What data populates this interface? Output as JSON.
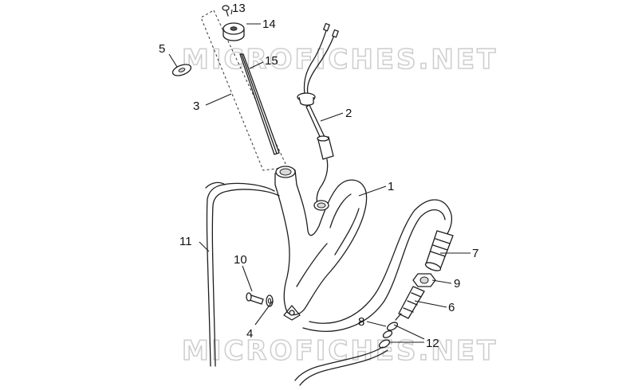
{
  "watermark": "MICROFICHES.NET",
  "callouts": {
    "c1": "1",
    "c2": "2",
    "c3": "3",
    "c4": "4",
    "c5": "5",
    "c6": "6",
    "c7": "7",
    "c8": "8",
    "c9": "9",
    "c10": "10",
    "c11": "11",
    "c12": "12",
    "c13": "13",
    "c14": "14",
    "c15": "15"
  }
}
